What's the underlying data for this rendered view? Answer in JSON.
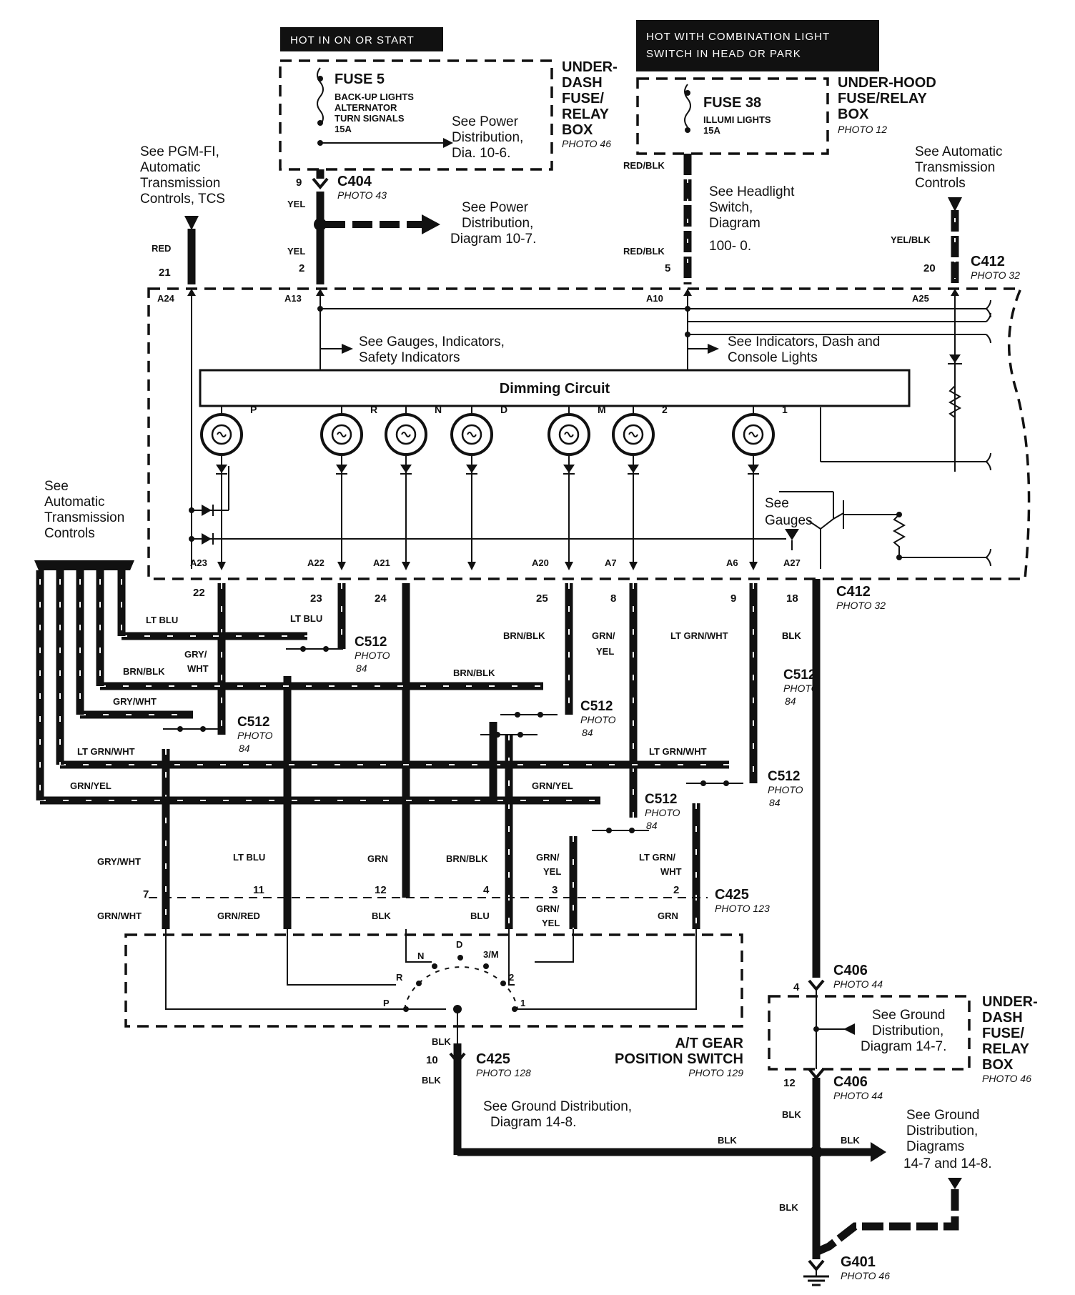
{
  "headers": {
    "hot_on_start": "HOT IN ON OR START",
    "hot_combo_1": "HOT WITH COMBINATION LIGHT",
    "hot_combo_2": "SWITCH IN HEAD OR PARK"
  },
  "fuse5": {
    "name": "FUSE 5",
    "line1": "BACK-UP LIGHTS",
    "line2": "ALTERNATOR",
    "line3": "TURN SIGNALS",
    "amp": "15A",
    "note1": "See Power",
    "note2": "Distribution,",
    "note3": "Dia. 10-6."
  },
  "underdash_box": {
    "l1": "UNDER-",
    "l2": "DASH",
    "l3": "FUSE/",
    "l4": "RELAY",
    "l5": "BOX",
    "photo": "PHOTO 46"
  },
  "fuse38": {
    "name": "FUSE 38",
    "line1": "ILLUMI LIGHTS",
    "amp": "15A"
  },
  "underhood_box": {
    "l1": "UNDER-HOOD",
    "l2": "FUSE/RELAY",
    "l3": "BOX",
    "photo": "PHOTO 12"
  },
  "notes": {
    "pgmfi_1": "See PGM-FI,",
    "pgmfi_2": "Automatic",
    "pgmfi_3": "Transmission",
    "pgmfi_4": "Controls, TCS",
    "autotrans_r1": "See Automatic",
    "autotrans_r2": "Transmission",
    "autotrans_r3": "Controls",
    "power107_1": "See Power",
    "power107_2": "Distribution,",
    "power107_3": "Diagram 10-7.",
    "headlight_1": "See Headlight",
    "headlight_2": "Switch,",
    "headlight_3": "Diagram",
    "headlight_4": "100- 0.",
    "gauges_ind_1": "See Gauges, Indicators,",
    "gauges_ind_2": "Safety Indicators",
    "dash_1": "See Indicators, Dash and",
    "dash_2": "Console Lights",
    "autotrans_l1": "See",
    "autotrans_l2": "Automatic",
    "autotrans_l3": "Transmission",
    "autotrans_l4": "Controls",
    "gauges_1": "See",
    "gauges_2": "Gauges",
    "ground148_1": "See Ground Distribution,",
    "ground148_2": "Diagram 14-8.",
    "ground147_1": "See Ground",
    "ground147_2": "Distribution,",
    "ground147_3": "Diagram 14-7.",
    "groundboth_1": "See Ground",
    "groundboth_2": "Distribution,",
    "groundboth_3": "Diagrams",
    "groundboth_4": "14-7 and 14-8."
  },
  "dimming_circuit": "Dimming Circuit",
  "lamps": [
    "P",
    "R",
    "N",
    "D",
    "M",
    "2",
    "1"
  ],
  "connectors": {
    "c404": {
      "name": "C404",
      "photo": "PHOTO 43"
    },
    "c412_top": {
      "name": "C412",
      "photo": "PHOTO 32"
    },
    "c412_bottom": {
      "name": "C412",
      "photo": "PHOTO 32"
    },
    "c512": {
      "name": "C512",
      "photo_word": "PHOTO",
      "photo_num": "84"
    },
    "c425": {
      "name": "C425",
      "photo": "PHOTO 123"
    },
    "c425_lower": {
      "name": "C425",
      "photo": "PHOTO 128"
    },
    "c406_top": {
      "name": "C406",
      "photo": "PHOTO 44"
    },
    "c406_bottom": {
      "name": "C406",
      "photo": "PHOTO 44"
    },
    "g401": {
      "name": "G401",
      "photo": "PHOTO 46"
    }
  },
  "pins": {
    "top": [
      "21",
      "2",
      "5",
      "20",
      "9"
    ],
    "internal": [
      "A24",
      "A13",
      "A10",
      "A25",
      "A23",
      "A22",
      "A21",
      "A20",
      "A7",
      "A6",
      "A27"
    ],
    "bottom": [
      "22",
      "23",
      "24",
      "25",
      "8",
      "9",
      "18"
    ],
    "c425": [
      "7",
      "11",
      "12",
      "4",
      "3",
      "2",
      "10"
    ],
    "c406": [
      "4",
      "12"
    ]
  },
  "wires": {
    "red": "RED",
    "yel": "YEL",
    "red_blk": "RED/BLK",
    "yel_blk": "YEL/BLK",
    "lt_blu": "LT BLU",
    "gry": "GRY/",
    "wht": "WHT",
    "gry_wht": "GRY/WHT",
    "brn_blk": "BRN/BLK",
    "lt_grn_wht": "LT GRN/WHT",
    "grn_yel": "GRN/YEL",
    "grn_slash": "GRN/",
    "yel_plain": "YEL",
    "lt_grn_slash": "LT GRN/",
    "blk": "BLK",
    "grn": "GRN",
    "grn_wht": "GRN/WHT",
    "grn_red": "GRN/RED",
    "blu": "BLU"
  },
  "gear_switch": {
    "title1": "A/T GEAR",
    "title2": "POSITION SWITCH",
    "photo": "PHOTO 129",
    "positions": [
      "P",
      "R",
      "N",
      "D",
      "3/M",
      "2",
      "1"
    ]
  }
}
